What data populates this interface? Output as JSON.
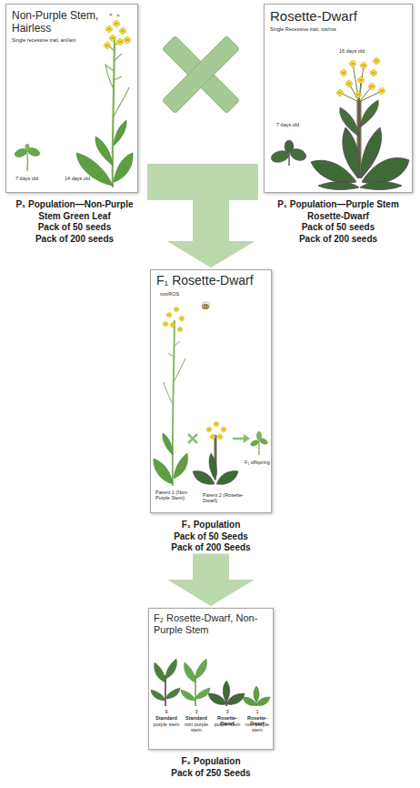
{
  "diagram": {
    "nodes": [
      {
        "text": [
          "Non-Purple Stem, Hairless",
          "Single recessive trait, anl/anl",
          "7 days old",
          "14 days old",
          "P₁ Population—Non-Purple Stem Green Leaf",
          "Pack of 50 seeds",
          "Pack of 200 seeds"
        ]
      },
      {
        "text": [
          "Rosette-Dwarf",
          "Single Recessive trait, ros/ros",
          "16 days old",
          "7 days old",
          "P₁ Population—Purple Stem Rosette-Dwarf",
          "Pack of 50 seeds",
          "Pack of 200 seeds"
        ]
      },
      {
        "text": [
          "F₁ Rosette-Dwarf",
          "ros/ROS",
          "Parent 1 (Non-Purple Stem)",
          "Parent 2 (Rosette-Dwarf)",
          "F₁ offspring",
          "F₁ Population",
          "Pack of 50 Seeds",
          "Pack of 200 Seeds"
        ]
      },
      {
        "text": [
          "F₂ Rosette-Dwarf, Non-Purple Stem",
          "9",
          "Standard",
          "purple stem",
          "3",
          "Standard",
          "non purple stem",
          "3",
          "Rosette-Dwarf",
          "purple stem",
          "1",
          "Rosette-Dwarf",
          "non-purple stem",
          "F₂ Population",
          "Pack of 250 Seeds"
        ]
      }
    ],
    "edges": [
      {
        "from": 0,
        "to": 2,
        "arrow": "to"
      },
      {
        "from": 1,
        "to": 2,
        "arrow": "to"
      },
      {
        "from": 2,
        "to": 3,
        "arrow": "to"
      }
    ]
  }
}
